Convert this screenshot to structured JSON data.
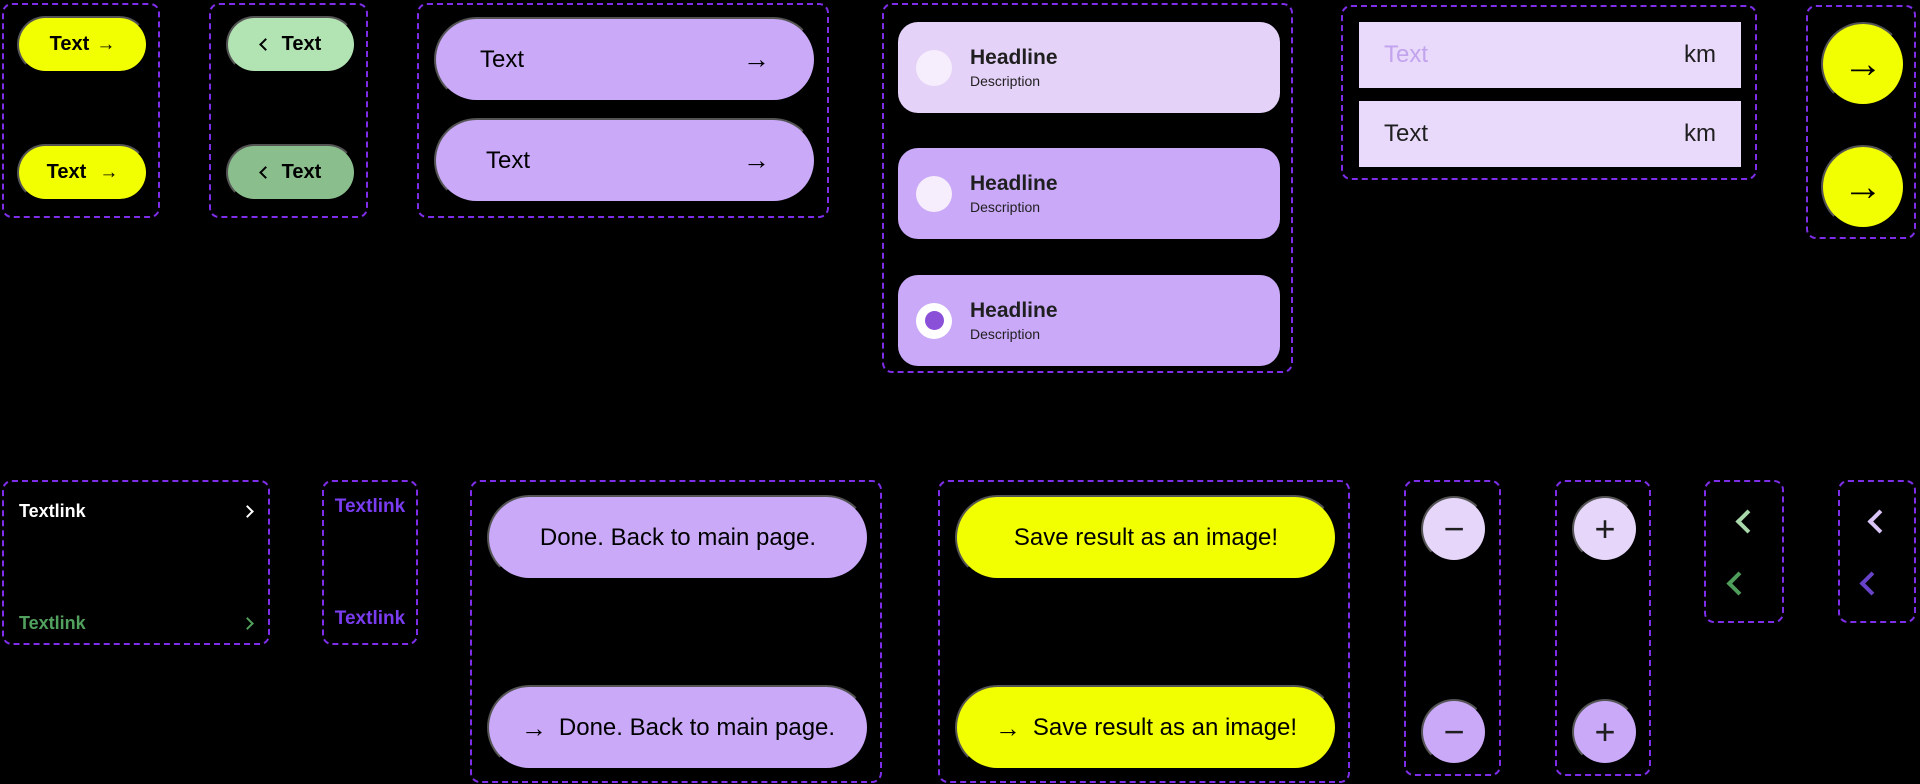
{
  "palette": {
    "background": "#000000",
    "dashed_frame": "#7e2ee9",
    "accent_yellow": "#f2ff00",
    "accent_purple": "#c9a9f8",
    "surface_lavender_light": "#e9d9fb",
    "green_light": "#b2e3b2",
    "green_dark": "#8abf8d",
    "text_dark": "#1f1f1f",
    "link_white": "#ffffff",
    "link_green": "#52a05e",
    "link_purple": "#7a3cf0",
    "radio_dot": "#8a50d8"
  },
  "glyphs": {
    "arrow_right": "→",
    "minus": "−",
    "plus": "+"
  },
  "buttons": {
    "yellow_small": {
      "label": "Text"
    },
    "green_small": {
      "label": "Text"
    },
    "purple_wide": {
      "label": "Text"
    },
    "done": {
      "label": "Done. Back to main page."
    },
    "save": {
      "label": "Save result as an image!"
    }
  },
  "radio_cards": {
    "items": [
      {
        "headline": "Headline",
        "description": "Description",
        "selected": false
      },
      {
        "headline": "Headline",
        "description": "Description",
        "selected": false
      },
      {
        "headline": "Headline",
        "description": "Description",
        "selected": true
      }
    ]
  },
  "distance_inputs": {
    "empty": {
      "placeholder": "Text",
      "unit": "km"
    },
    "filled": {
      "value": "Text",
      "unit": "km"
    }
  },
  "textlinks": {
    "white": {
      "label": "Textlink"
    },
    "green": {
      "label": "Textlink"
    },
    "purple_default": {
      "label": "Textlink"
    },
    "purple_pressed": {
      "label": "Textlink"
    }
  }
}
